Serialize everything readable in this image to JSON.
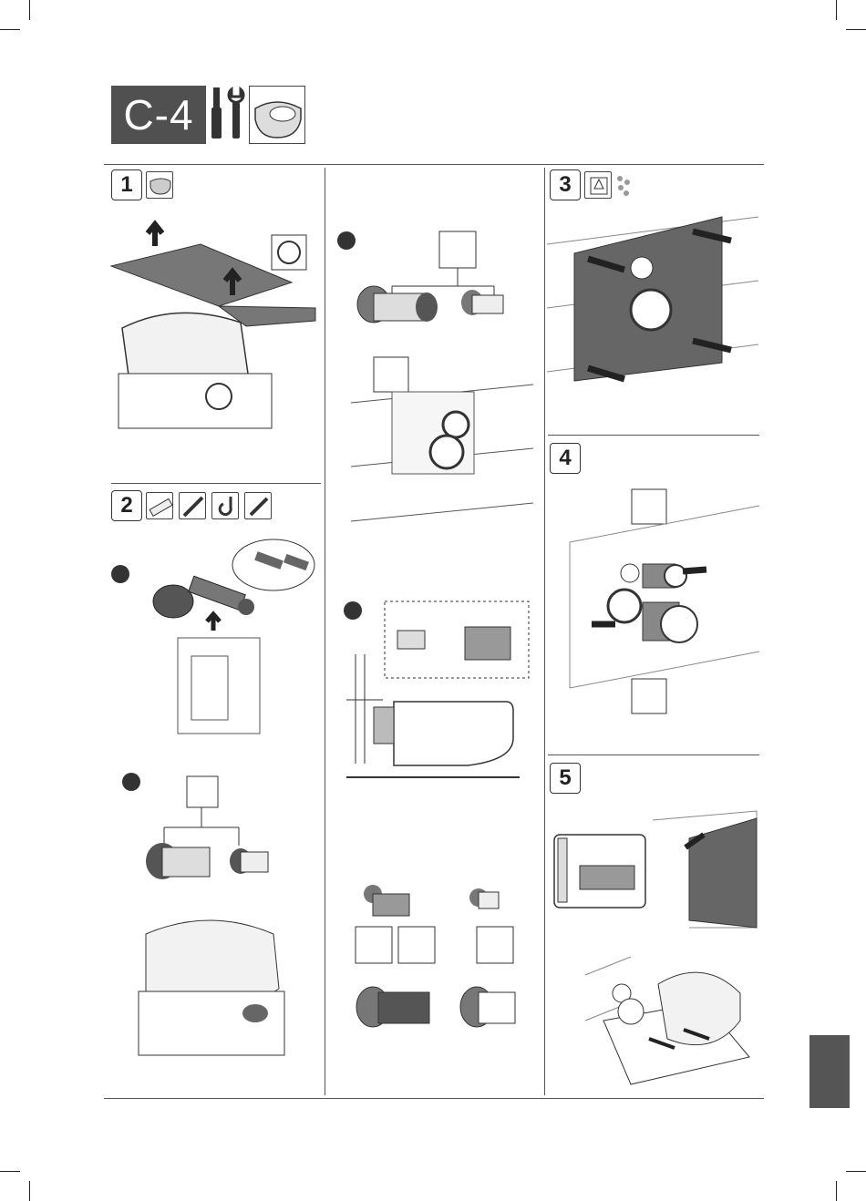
{
  "header": {
    "section_code": "C-4",
    "icons": [
      "tools-icon",
      "toilet-icon"
    ]
  },
  "steps": [
    {
      "number": "1",
      "icons": [
        "toilet-icon"
      ]
    },
    {
      "number": "2",
      "icons": [
        "ruler-icon",
        "pencil-icon",
        "hook-icon",
        "file-icon"
      ]
    },
    {
      "number": "3",
      "icons": [
        "flush-plate-icon",
        "dust-icon"
      ]
    },
    {
      "number": "4",
      "icons": []
    },
    {
      "number": "5",
      "icons": []
    }
  ],
  "colors": {
    "badge": "#505050",
    "line": "#555555",
    "tab": "#555555"
  }
}
